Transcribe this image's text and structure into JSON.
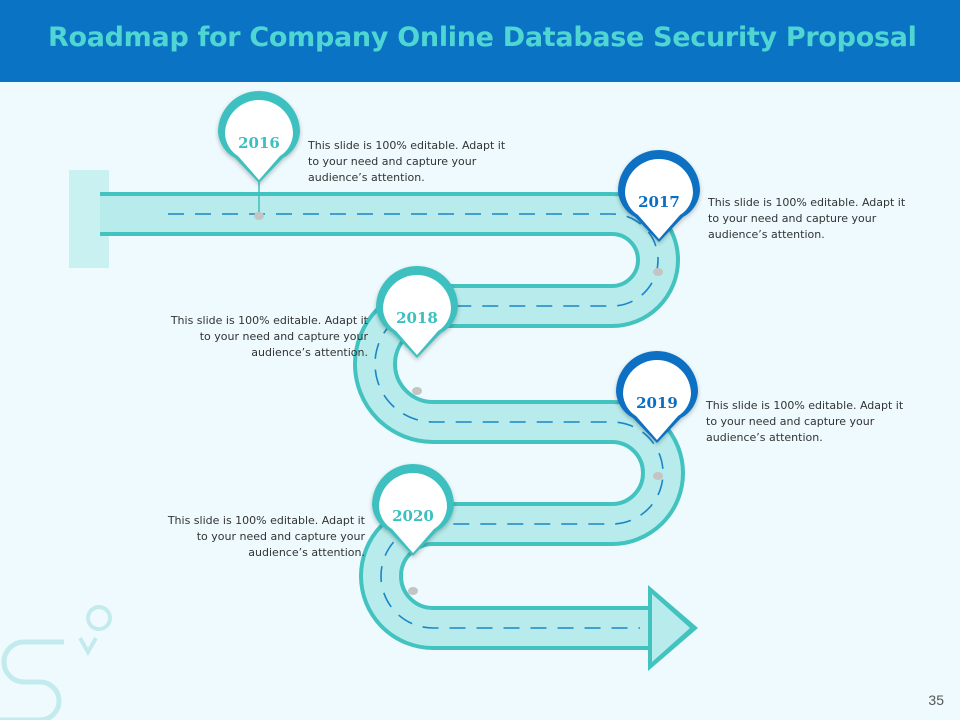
{
  "slide": {
    "title": "Roadmap for Company Online Database Security Proposal",
    "page_number": "35"
  },
  "milestones": [
    {
      "year": "2016",
      "text": "This slide is 100% editable. Adapt it to your need and capture your audience’s attention.",
      "color": "#3cc0bf"
    },
    {
      "year": "2017",
      "text": "This slide is 100% editable. Adapt it to your need and capture your audience’s attention.",
      "color": "#0a6fc2"
    },
    {
      "year": "2018",
      "text": "This slide is 100% editable. Adapt it to your need and capture your audience’s attention.",
      "color": "#3cc0bf"
    },
    {
      "year": "2019",
      "text": "This slide is 100% editable. Adapt it to your need and capture your audience’s attention.",
      "color": "#0a6fc2"
    },
    {
      "year": "2020",
      "text": "This slide is 100% editable. Adapt it to your need and capture your audience’s attention.",
      "color": "#3cc0bf"
    }
  ],
  "colors": {
    "header": "#0a73c4",
    "title": "#4fd6d3",
    "road_fill": "#b8ecec",
    "road_edge": "#42c3c0",
    "road_dash": "#1a86c8",
    "background": "#eefafd"
  },
  "icons": {
    "road_logo": "road-with-pin-icon"
  }
}
